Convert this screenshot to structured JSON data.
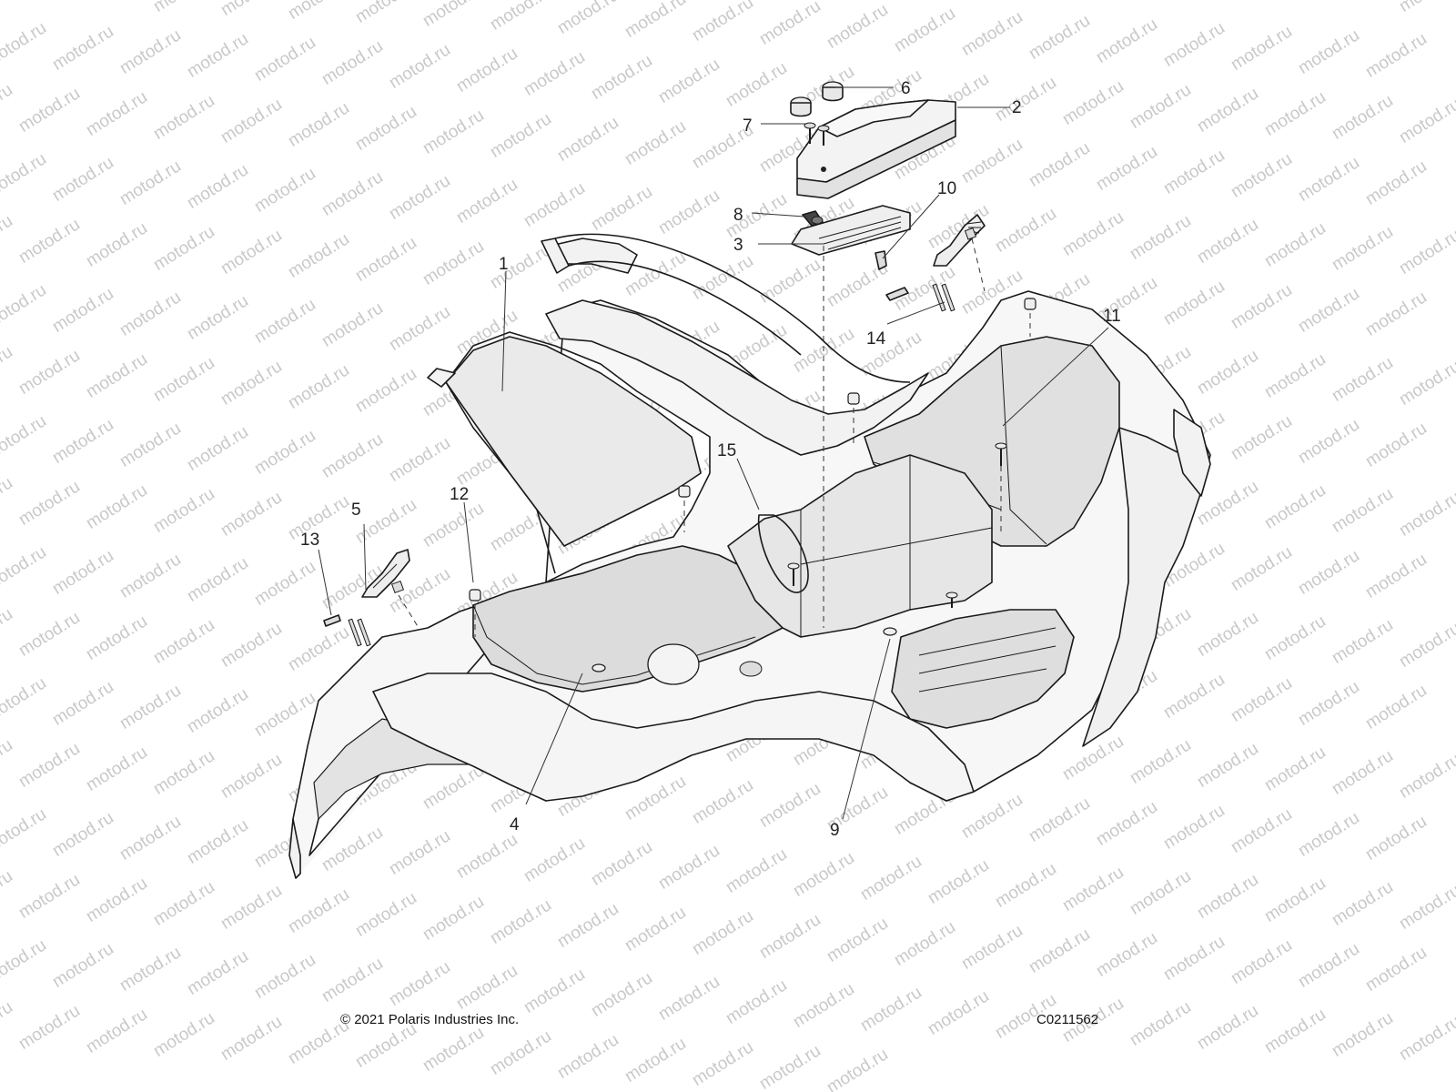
{
  "watermark": {
    "text": "motod.ru"
  },
  "callouts": [
    {
      "id": "1",
      "label": "1"
    },
    {
      "id": "2",
      "label": "2"
    },
    {
      "id": "3",
      "label": "3"
    },
    {
      "id": "4",
      "label": "4"
    },
    {
      "id": "5",
      "label": "5"
    },
    {
      "id": "6",
      "label": "6"
    },
    {
      "id": "7",
      "label": "7"
    },
    {
      "id": "8",
      "label": "8"
    },
    {
      "id": "9",
      "label": "9"
    },
    {
      "id": "10",
      "label": "10"
    },
    {
      "id": "11",
      "label": "11"
    },
    {
      "id": "12",
      "label": "12"
    },
    {
      "id": "13",
      "label": "13"
    },
    {
      "id": "14",
      "label": "14"
    },
    {
      "id": "15",
      "label": "15"
    }
  ],
  "footer": {
    "copyright": "© 2021 Polaris Industries Inc.",
    "drawing_id": "C0211562"
  },
  "colors": {
    "line": "#1a1a1a",
    "shade": "#e6e6e6",
    "shade_dark": "#cfcfcf",
    "watermark": "#c9c9c9"
  }
}
